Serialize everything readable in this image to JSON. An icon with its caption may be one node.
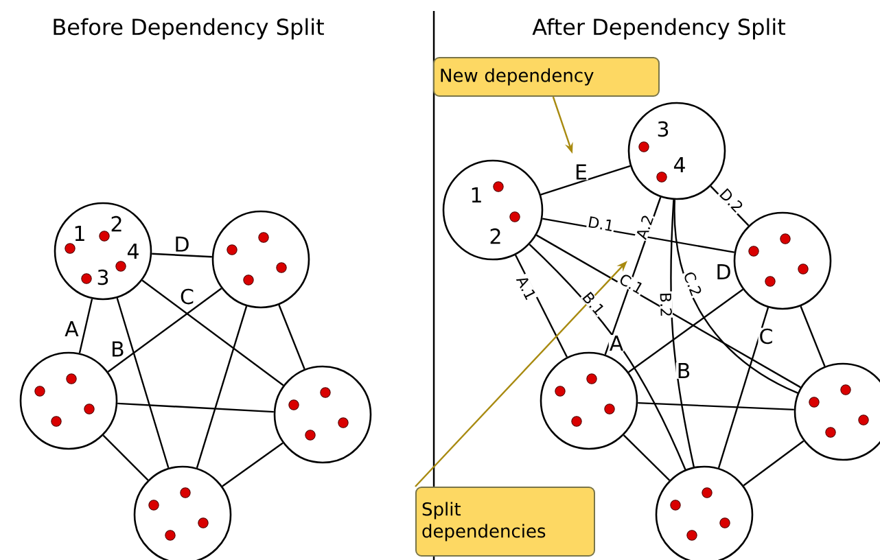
{
  "diagram": {
    "nodes": [
      {
        "text": [
          "1",
          "2",
          "3",
          "4"
        ]
      },
      {
        "text": [],
        "shape": "circle"
      },
      {
        "text": [],
        "shape": "circle"
      },
      {
        "text": [],
        "shape": "circle"
      },
      {
        "text": [],
        "shape": "circle"
      },
      {
        "text": [
          "1",
          "2"
        ]
      },
      {
        "text": [
          "3",
          "4"
        ]
      },
      {
        "text": [],
        "shape": "circle"
      },
      {
        "text": [],
        "shape": "circle"
      },
      {
        "text": [],
        "shape": "circle"
      },
      {
        "text": [],
        "shape": "circle"
      },
      {
        "text": [
          "New dependency"
        ]
      },
      {
        "text": [
          "Split dependencies"
        ]
      }
    ],
    "edges": [
      {
        "from": 0,
        "to": 1,
        "arrow": "none",
        "label": "D"
      },
      {
        "from": 0,
        "to": 2,
        "arrow": "none",
        "label": "A"
      },
      {
        "from": 0,
        "to": 4,
        "arrow": "none",
        "label": "B"
      },
      {
        "from": 0,
        "to": 3,
        "arrow": "none",
        "label": "C"
      },
      {
        "from": 1,
        "to": 2,
        "arrow": "none"
      },
      {
        "from": 1,
        "to": 4,
        "arrow": "none"
      },
      {
        "from": 1,
        "to": 3,
        "arrow": "none"
      },
      {
        "from": 2,
        "to": 3,
        "arrow": "none"
      },
      {
        "from": 2,
        "to": 4,
        "arrow": "none"
      },
      {
        "from": 3,
        "to": 4,
        "arrow": "none"
      },
      {
        "from": 5,
        "to": 6,
        "arrow": "none",
        "label": "E"
      },
      {
        "from": 5,
        "to": 7,
        "arrow": "none",
        "label": "D.1"
      },
      {
        "from": 6,
        "to": 7,
        "arrow": "none",
        "label": "D.2"
      },
      {
        "from": 5,
        "to": 9,
        "arrow": "none",
        "label": "C.1"
      },
      {
        "from": 6,
        "to": 9,
        "arrow": "none",
        "label": "C.2"
      },
      {
        "from": 5,
        "to": 10,
        "arrow": "none",
        "label": "B.1"
      },
      {
        "from": 6,
        "to": 10,
        "arrow": "none",
        "label": "B.2"
      },
      {
        "from": 5,
        "to": 8,
        "arrow": "none",
        "label": "A.1"
      },
      {
        "from": 6,
        "to": 8,
        "arrow": "none",
        "label": "A.2"
      },
      {
        "from": 7,
        "to": 8,
        "arrow": "none"
      },
      {
        "from": 7,
        "to": 10,
        "arrow": "none"
      },
      {
        "from": 7,
        "to": 9,
        "arrow": "none"
      },
      {
        "from": 8,
        "to": 9,
        "arrow": "none"
      },
      {
        "from": 8,
        "to": 10,
        "arrow": "none"
      },
      {
        "from": 9,
        "to": 10,
        "arrow": "none"
      },
      {
        "from": 11,
        "to": null,
        "arrow": "to",
        "color": "#a88a10"
      },
      {
        "from": 12,
        "to": null,
        "arrow": "to",
        "color": "#a88a10"
      }
    ],
    "labels": [
      "Before Dependency Split",
      "After Dependency Split",
      "A",
      "B",
      "C",
      "D"
    ]
  }
}
